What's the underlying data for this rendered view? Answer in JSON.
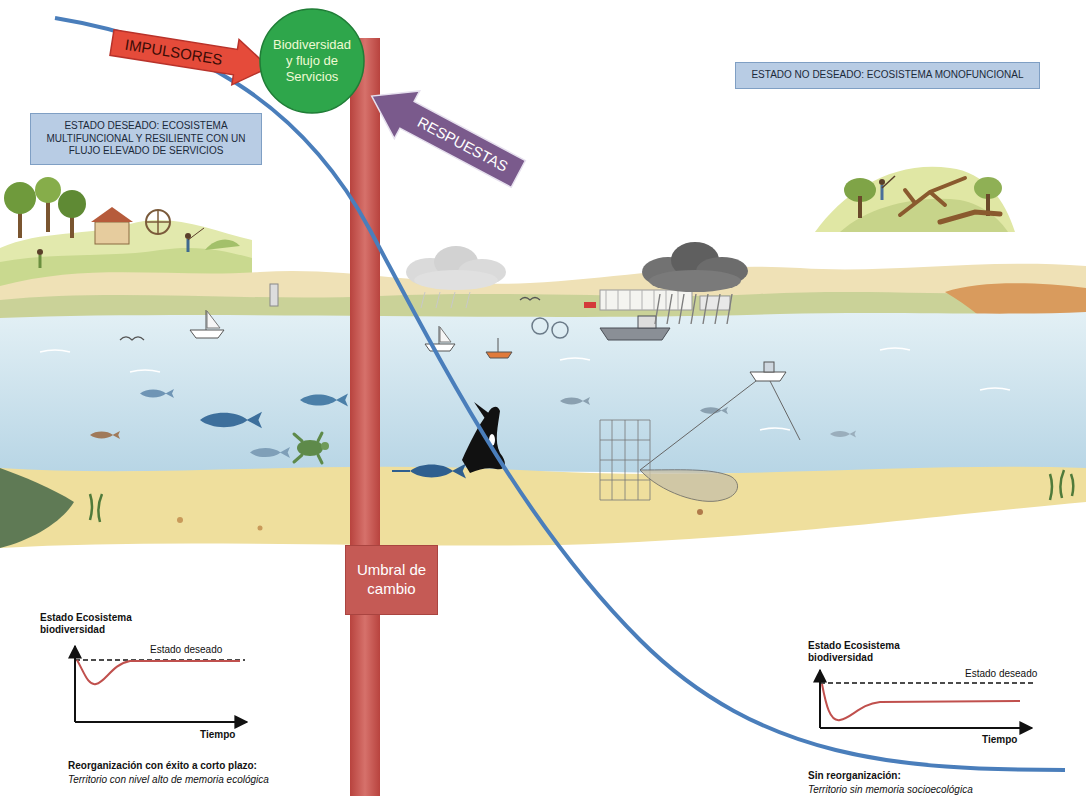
{
  "diagram": {
    "nodes": [
      {
        "text": [
          "IMPULSORES"
        ]
      },
      {
        "text": [
          "Biodiversidad y flujo de Servicios"
        ]
      },
      {
        "text": [
          "ESTADO DESEADO: ECOSISTEMA MULTIFUNCIONAL Y RESILIENTE CON UN FLUJO ELEVADO DE SERVICIOS"
        ]
      },
      {
        "text": [
          "RESPUESTAS"
        ]
      },
      {
        "text": [
          "ESTADO NO DESEADO: ECOSISTEMA MONOFUNCIONAL"
        ]
      },
      {
        "text": [
          "Umbral de cambio"
        ]
      }
    ],
    "labels": [
      "Estado Ecosistema biodiversidad",
      "Estado deseado",
      "Tiempo",
      "Reorganización con éxito a corto plazo:",
      "Territorio con nivel alto de memoria ecológica",
      "Estado Ecosistema biodiversidad",
      "Estado deseado",
      "Tiempo",
      "Sin reorganización:",
      "Territorio sin memoria socioecológica"
    ]
  }
}
